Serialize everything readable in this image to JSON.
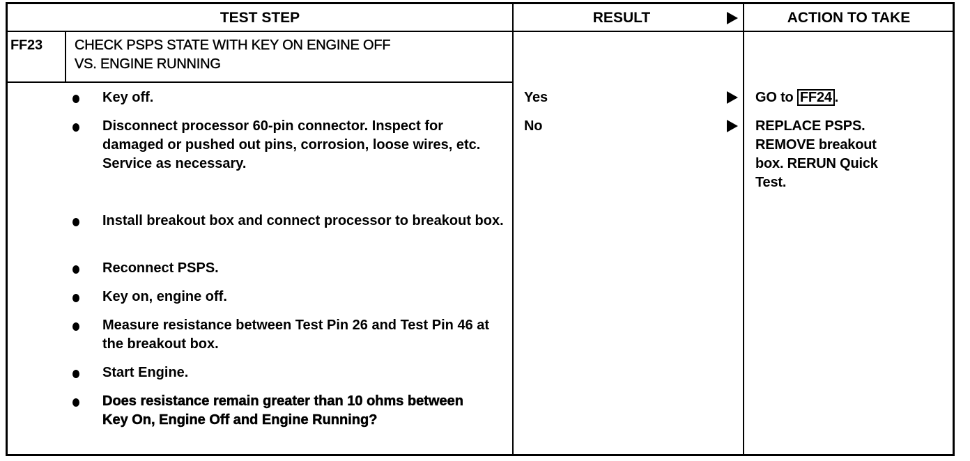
{
  "header": {
    "test_step": "TEST STEP",
    "result": "RESULT",
    "action": "ACTION TO TAKE"
  },
  "step": {
    "id": "FF23",
    "title_line1": "CHECK PSPS STATE WITH KEY ON ENGINE OFF",
    "title_line2": "VS. ENGINE RUNNING",
    "items": [
      "Key off.",
      "Disconnect processor 60-pin connector. Inspect for damaged or pushed out pins, corrosion, loose wires, etc. Service as necessary.",
      "Install breakout box and connect processor to breakout box.",
      "Reconnect PSPS.",
      "Key on, engine off.",
      "Measure resistance between Test Pin 26 and Test Pin 46 at the breakout box.",
      "Start Engine.",
      "Does resistance remain greater than 10 ohms between Key On, Engine Off and Engine Running?"
    ]
  },
  "results": [
    {
      "result": "Yes",
      "action_prefix": "GO to ",
      "action_ref": "FF24",
      "action_suffix": "."
    },
    {
      "result": "No",
      "action": "REPLACE PSPS. REMOVE breakout box. RERUN Quick Test."
    }
  ]
}
